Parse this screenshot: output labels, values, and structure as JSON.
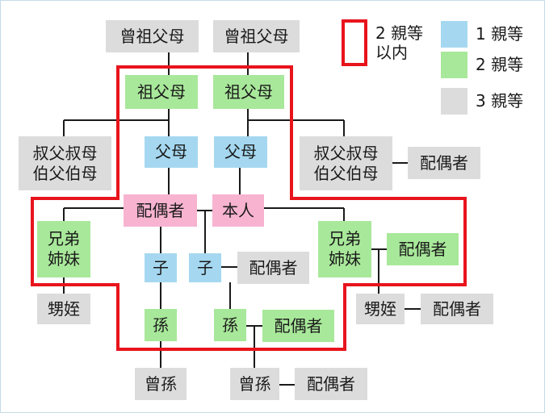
{
  "colors": {
    "degree1": "#a5d8f0",
    "degree2": "#a8e89a",
    "degree3": "#dcdcdc",
    "self_and_spouse": "#f7b3cf",
    "within_two_degrees_outline": "#e8141c",
    "connector": "#1a1a1a"
  },
  "legend": {
    "outline_label": "2 親等\n以内",
    "degree1_label": "1 親等",
    "degree2_label": "2 親等",
    "degree3_label": "3 親等"
  },
  "nodes": {
    "ggp_left": "曾祖父母",
    "ggp_right": "曾祖父母",
    "gp_left": "祖父母",
    "gp_right": "祖父母",
    "uncle_left": "叔父叔母\n伯父伯母",
    "uncle_right": "叔父叔母\n伯父伯母",
    "uncle_right_spouse": "配偶者",
    "parent_left": "父母",
    "parent_right": "父母",
    "spouse": "配偶者",
    "self": "本人",
    "sibling_left": "兄弟\n姉妹",
    "sibling_right": "兄弟\n姉妹",
    "sibling_right_spouse": "配偶者",
    "nephew_left": "甥姪",
    "nephew_right": "甥姪",
    "nephew_right_spouse": "配偶者",
    "child_left": "子",
    "child_right": "子",
    "child_right_spouse": "配偶者",
    "grandchild_left": "孫",
    "grandchild_right": "孫",
    "grandchild_right_spouse": "配偶者",
    "ggc_left": "曾孫",
    "ggc_right": "曾孫",
    "ggc_right_spouse": "配偶者"
  }
}
